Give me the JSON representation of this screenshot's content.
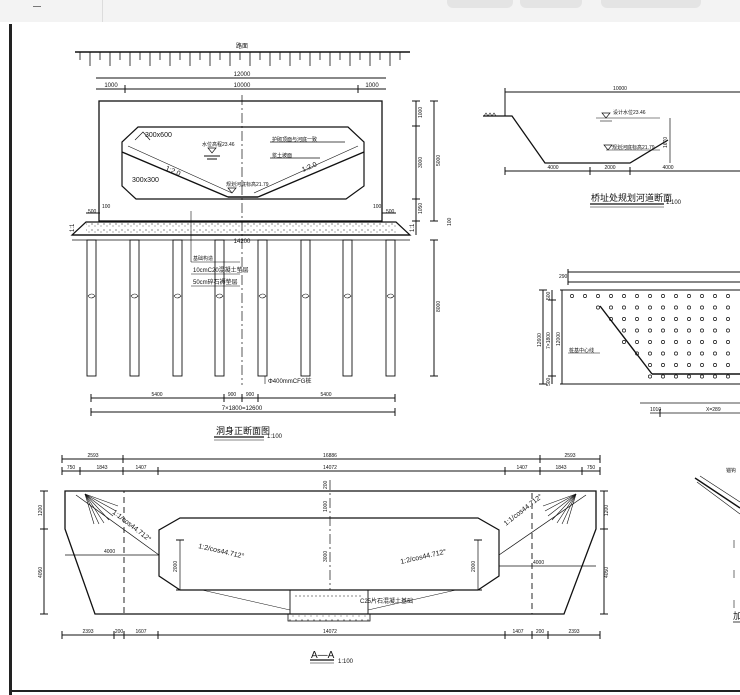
{
  "toolbar": {
    "buttons": [
      "zoom-out",
      "fit-page",
      "page-nav",
      "zoom-level"
    ]
  },
  "drawing": {
    "front_section": {
      "top_label": "路面",
      "dim_total_width": "12000",
      "dim_inner_width": "10000",
      "dim_left_wall": "1000",
      "dim_right_wall": "1000",
      "chamfer_top": "300x600",
      "chamfer_bottom": "300x300",
      "water_level_note": "水位高程23.46",
      "riverbed_note": "规划河底标高21.79",
      "slope_left": "1:2.0",
      "slope_right": "1:2.0",
      "protection_note_1": "护砌顶面与河底一致",
      "protection_note_2": "浆土坡面",
      "dim_top_slab": "1000",
      "dim_clear_height": "3000",
      "dim_total_height": "5000",
      "dim_bottom_slab": "1050",
      "dim_side_100": "100",
      "dim_500_left": "500",
      "dim_500_right": "500",
      "dim_100_left": "100",
      "dim_100_right": "100",
      "slope_1_1_left": "1:1",
      "slope_1_1_right": "1:1",
      "dim_base_width": "14200",
      "base_note_1": "基础构造",
      "base_note_2": "10cmC20混凝土垫层",
      "base_note_3": "50cm碎石褥垫层",
      "pile_note": "Φ400mmCFG桩",
      "pile_length": "8000",
      "dim_5400_left": "5400",
      "dim_900_left": "900",
      "dim_900_right": "900",
      "dim_5400_right": "5400",
      "dim_pile_spacing": "7×1800=12600",
      "title": "洞身正断面图",
      "scale": "1:100"
    },
    "river_section": {
      "dim_top": "10000",
      "water_level": "设计水位23.46",
      "riverbed": "规划河底标高21.79",
      "dim_depth": "1670",
      "dim_left": "4000",
      "dim_mid": "2000",
      "dim_right": "4000",
      "title": "桥址处规划河道断面",
      "scale": "1:100"
    },
    "pile_plan": {
      "dim_290": "290",
      "dim_12600": "12600",
      "dim_7x1800": "7×1800",
      "dim_12000": "12000",
      "note": "桩基中心线",
      "dim_1010": "1010",
      "dim_x": "X=289",
      "dim_500_top": "500",
      "dim_500_bottom": "500"
    },
    "section_aa": {
      "dim_2593_left": "2593",
      "dim_16886": "16886",
      "dim_2593_right": "2593",
      "dim_750_left": "750",
      "dim_1843_left": "1843",
      "dim_1407_left": "1407",
      "dim_14072_top": "14072",
      "dim_1407_right": "1407",
      "dim_1843_right": "1843",
      "dim_750_right": "750",
      "dim_1200_left": "1200",
      "dim_4050_left": "4050",
      "dim_1200_right": "1200",
      "dim_4050_right": "4050",
      "dim_200_top": "200",
      "dim_1000": "1000",
      "dim_3000": "3000",
      "dim_2000_left": "2000",
      "dim_2000_right": "2000",
      "dim_4000_left": "4000",
      "dim_4000_right": "4000",
      "slope_outer_left": "1:1/cos44.712°",
      "slope_outer_right": "1:1/cos44.712°",
      "slope_inner_left": "1:2/cos44.712°",
      "slope_inner_right": "1:2/cos44.712°",
      "foundation_note": "C25片石混凝土基础",
      "dim_2393_left": "2393",
      "dim_200_bl": "200",
      "dim_1607": "1607",
      "dim_14072_bottom": "14072",
      "dim_1407_br": "1407",
      "dim_200_br": "200",
      "dim_2393_right": "2393",
      "title": "A—A",
      "scale": "1:100"
    },
    "detail_partial": {
      "label_1": "锚钩",
      "label_2": "加"
    }
  }
}
